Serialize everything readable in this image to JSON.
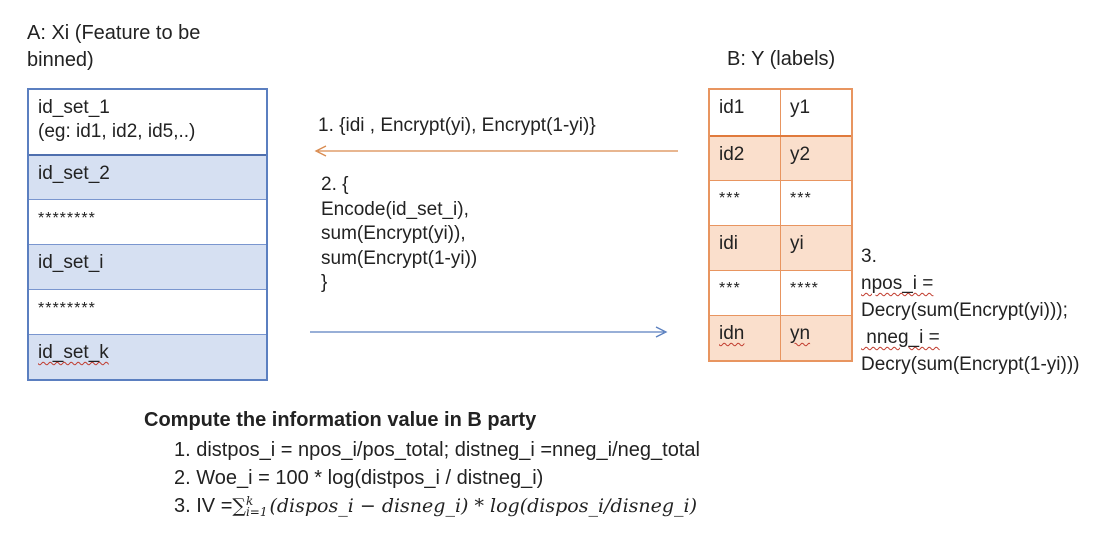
{
  "party_a": {
    "title_line1": "A:  Xi (Feature to be",
    "title_line2": "binned)",
    "rows": [
      {
        "line1": "id_set_1",
        "line2": "(eg: id1, id2, id5,..)"
      },
      {
        "line1": "id_set_2"
      },
      {
        "line1": "********"
      },
      {
        "line1": "id_set_i"
      },
      {
        "line1": "********"
      },
      {
        "line1": "id_set_k"
      }
    ]
  },
  "party_b": {
    "title": "B: Y (labels)",
    "rows": [
      {
        "id": "id1",
        "label": "y1"
      },
      {
        "id": "id2",
        "label": "y2"
      },
      {
        "id": "***",
        "label": "***"
      },
      {
        "id": "idi",
        "label": "yi"
      },
      {
        "id": "***",
        "label": "****"
      },
      {
        "id": "idn",
        "label": "yn"
      }
    ]
  },
  "step1": {
    "text": "1. {idi , Encrypt(yi), Encrypt(1-yi)}"
  },
  "step2": {
    "lines": [
      "2.  {",
      "Encode(id_set_i),",
      "sum(Encrypt(yi)),",
      "sum(Encrypt(1-yi))",
      "}"
    ]
  },
  "step3": {
    "lines": [
      "3.",
      "npos_i =",
      "Decry(sum(Encrypt(yi)));",
      " nneg_i =",
      "Decry(sum(Encrypt(1-yi)))"
    ]
  },
  "compute": {
    "title": "Compute the information value in B party",
    "line1": "1. distpos_i = npos_i/pos_total;  distneg_i =nneg_i/neg_total",
    "line2": "2. Woe_i = 100 * log(distpos_i / distneg_i)",
    "line3_prefix": "3. IV =",
    "sum_symbol": "∑",
    "sum_upper": "k",
    "sum_lower": "i=1",
    "line3_expr": "(dispos_i  − disneg_i) * log(dispos_i/disneg_i)"
  },
  "colors": {
    "blue_border": "#5b7fc0",
    "blue_fill": "#d6e0f2",
    "orange_border": "#e89560",
    "orange_fill": "#fadfcc",
    "arrow_orange": "#d98a4e",
    "arrow_blue": "#5a7fbf"
  }
}
